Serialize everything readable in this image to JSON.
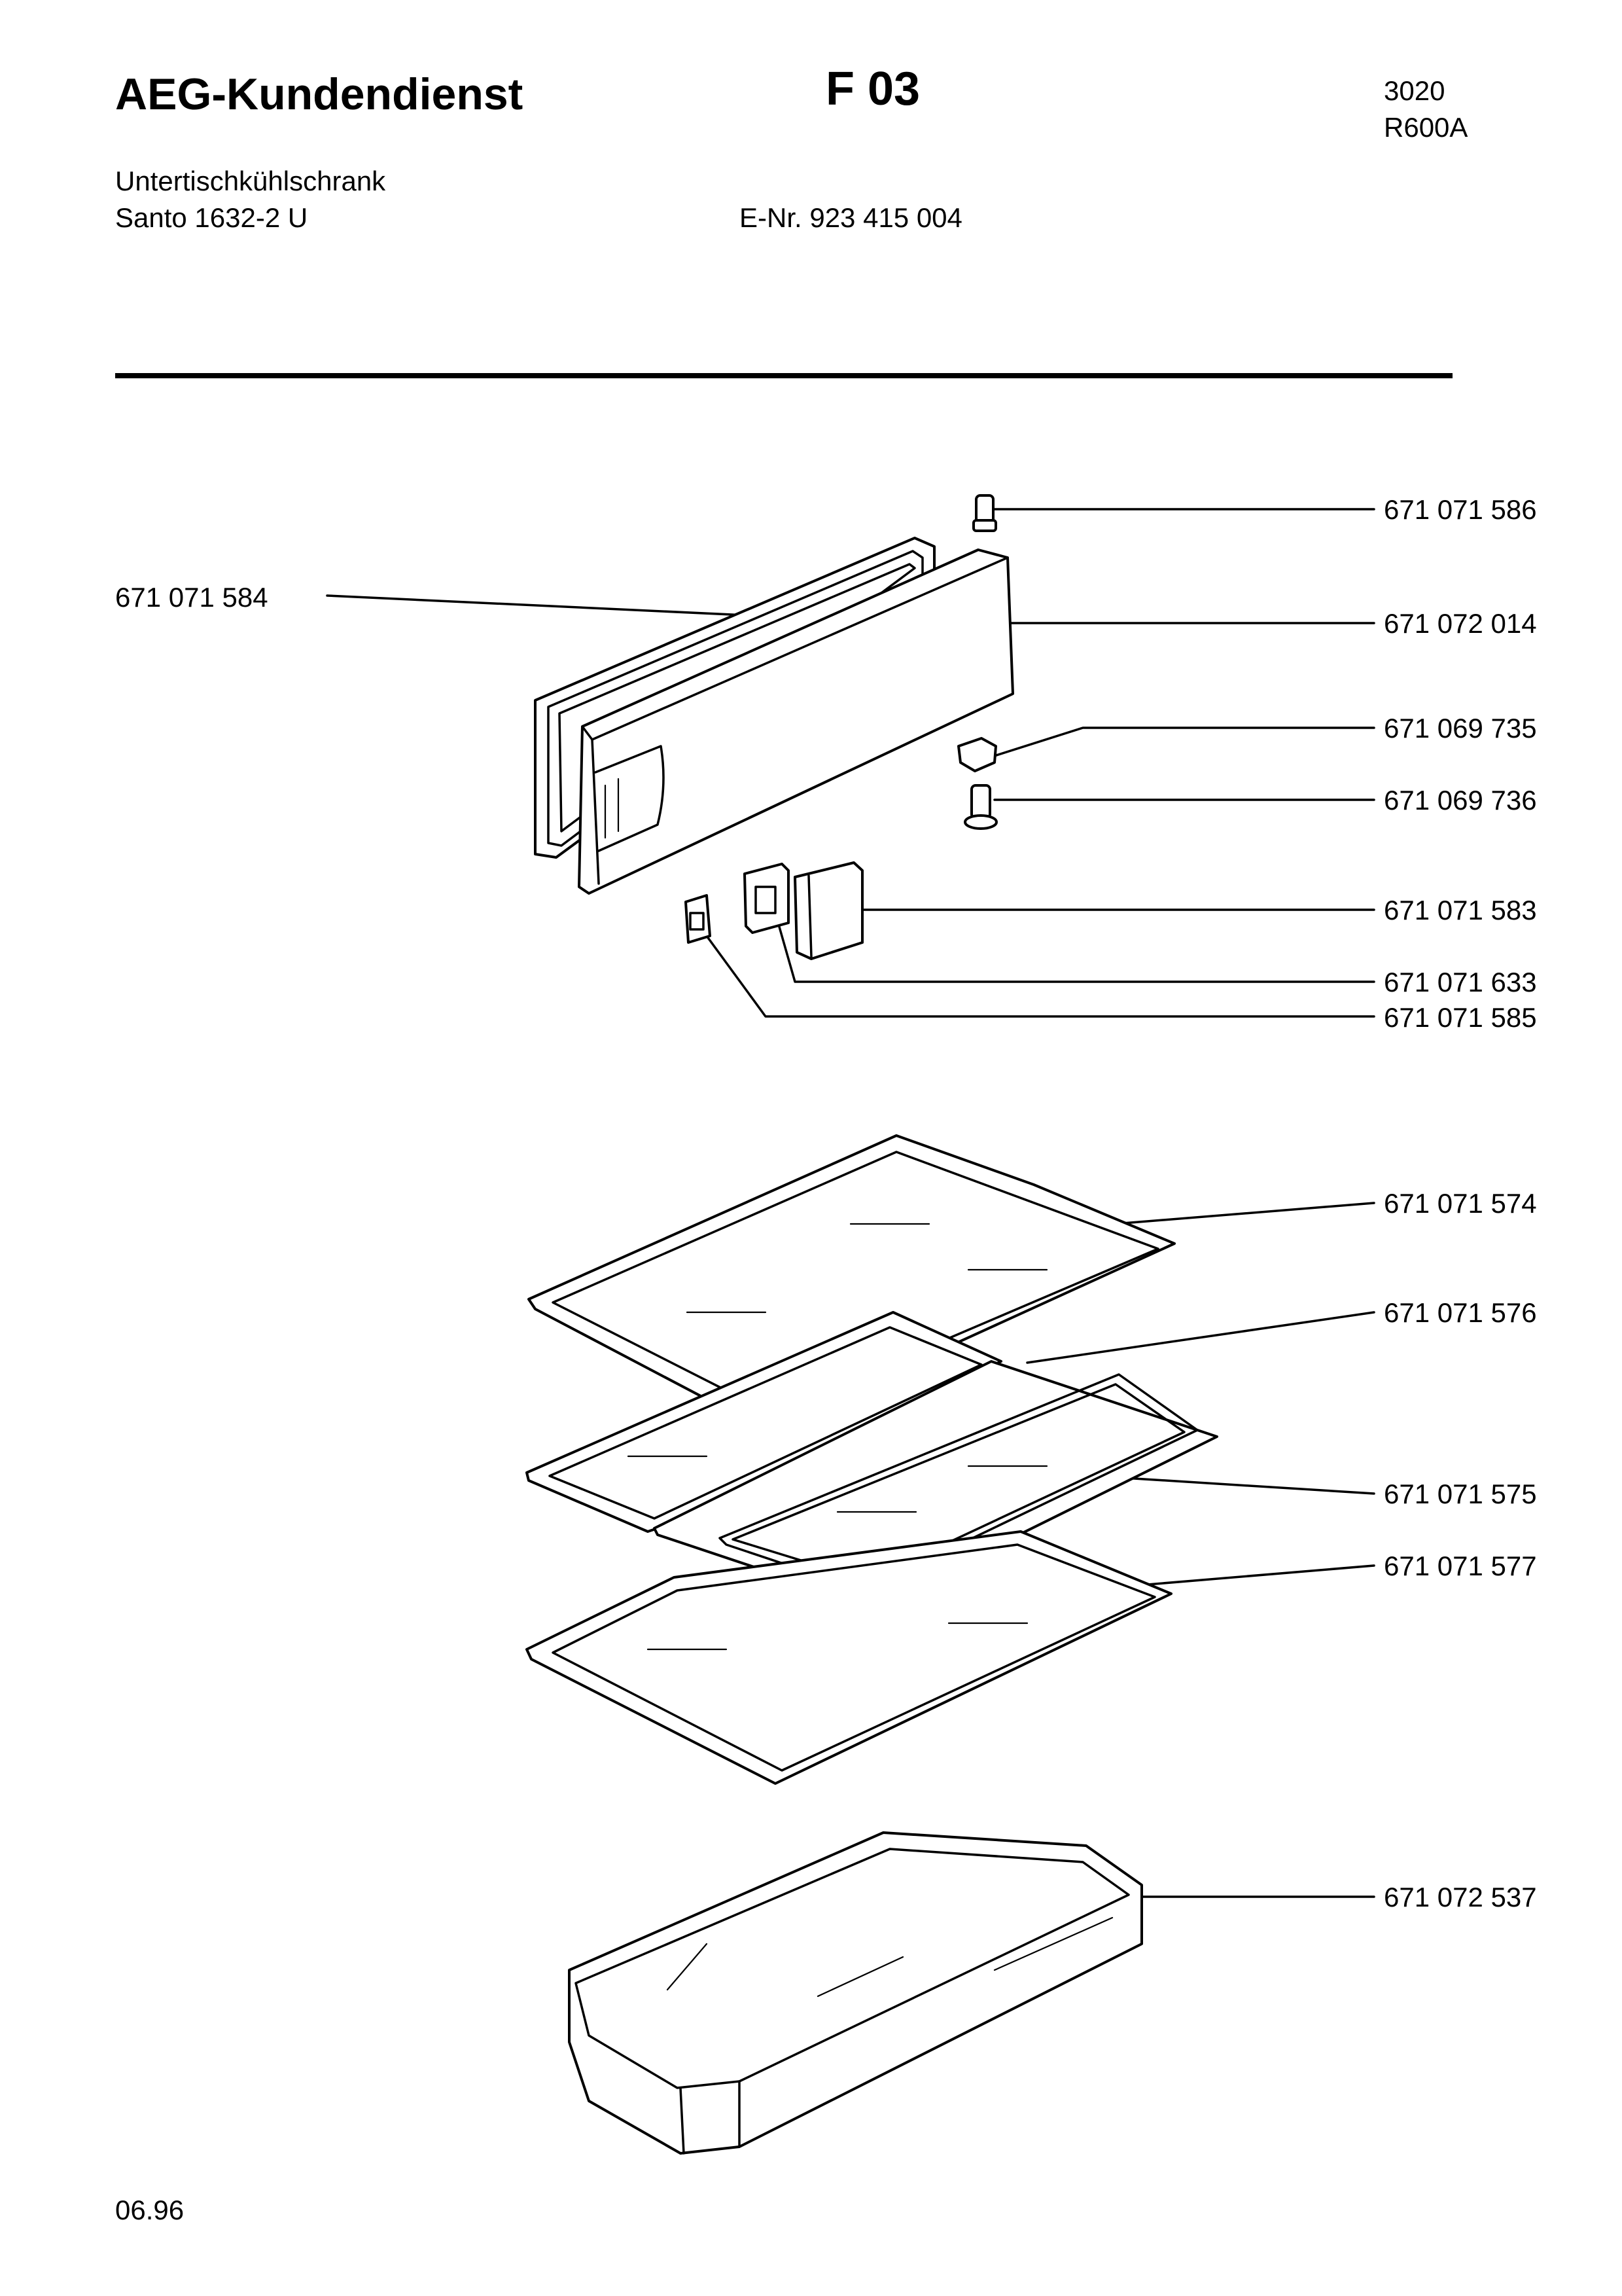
{
  "header": {
    "brand": "AEG-Kundendienst",
    "sheet": "F 03",
    "code": "3020",
    "refrigerant": "R600A",
    "appliance_type": "Untertischkühlschrank",
    "model": "Santo 1632-2 U",
    "e_nr": "E-Nr. 923 415 004"
  },
  "parts": {
    "p_586": "671 071 586",
    "p_584": "671 071 584",
    "p_014": "671 072 014",
    "p_735": "671 069 735",
    "p_736": "671 069 736",
    "p_583": "671 071 583",
    "p_633": "671 071 633",
    "p_585": "671 071 585",
    "p_574": "671 071 574",
    "p_576": "671 071 576",
    "p_575": "671 071 575",
    "p_577": "671 071 577",
    "p_537": "671 072 537"
  },
  "footer": {
    "date": "06.96"
  }
}
